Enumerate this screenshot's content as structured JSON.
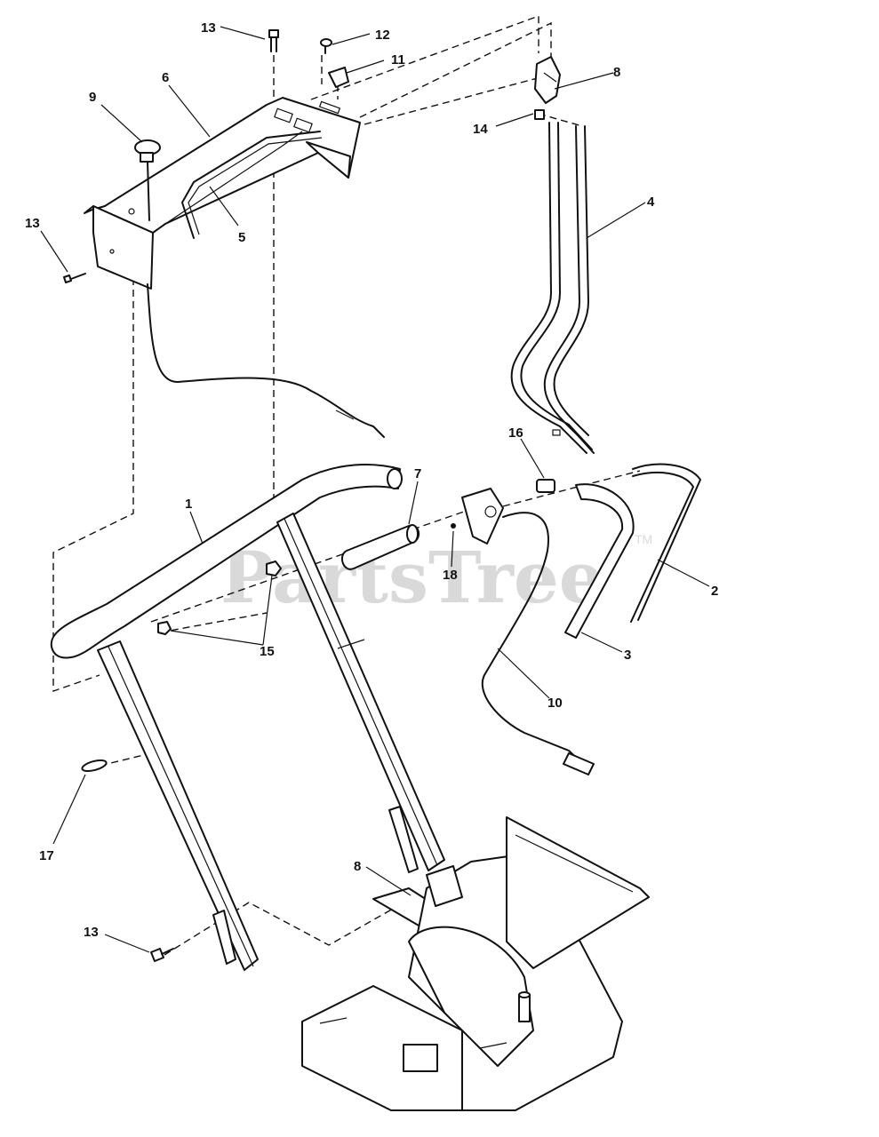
{
  "watermark": {
    "text": "PartsTree",
    "tm": "TM"
  },
  "callouts": [
    {
      "id": "c13a",
      "text": "13"
    },
    {
      "id": "c12",
      "text": "12"
    },
    {
      "id": "c11",
      "text": "11"
    },
    {
      "id": "c8a",
      "text": "8"
    },
    {
      "id": "c6",
      "text": "6"
    },
    {
      "id": "c9",
      "text": "9"
    },
    {
      "id": "c14",
      "text": "14"
    },
    {
      "id": "c4",
      "text": "4"
    },
    {
      "id": "c13b",
      "text": "13"
    },
    {
      "id": "c5",
      "text": "5"
    },
    {
      "id": "c16",
      "text": "16"
    },
    {
      "id": "c7",
      "text": "7"
    },
    {
      "id": "c1",
      "text": "1"
    },
    {
      "id": "c18",
      "text": "18"
    },
    {
      "id": "c2",
      "text": "2"
    },
    {
      "id": "c15",
      "text": "15"
    },
    {
      "id": "c3",
      "text": "3"
    },
    {
      "id": "c10",
      "text": "10"
    },
    {
      "id": "c17",
      "text": "17"
    },
    {
      "id": "c8b",
      "text": "8"
    },
    {
      "id": "c13c",
      "text": "13"
    }
  ]
}
